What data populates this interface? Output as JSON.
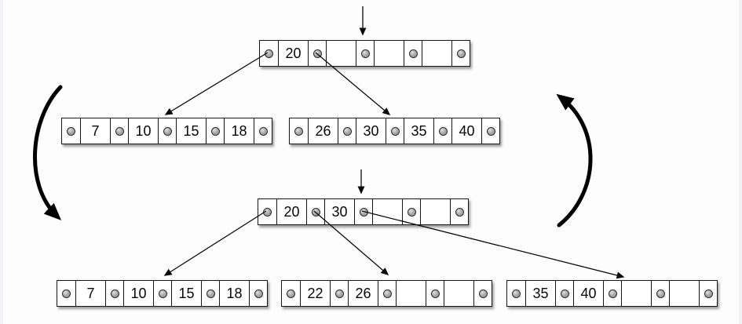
{
  "colors": {
    "background": "#fdfdfe",
    "node_fill": "#ffffff",
    "node_border": "#161616",
    "pointer_dot": "#8d8d8d",
    "arrow": "#000000"
  },
  "top_tree": {
    "root": {
      "keys": [
        "20",
        "",
        "",
        ""
      ]
    },
    "children": [
      {
        "keys": [
          "7",
          "10",
          "15",
          "18"
        ]
      },
      {
        "keys": [
          "26",
          "30",
          "35",
          "40"
        ]
      }
    ]
  },
  "bottom_tree": {
    "root": {
      "keys": [
        "20",
        "30",
        "",
        ""
      ]
    },
    "children": [
      {
        "keys": [
          "7",
          "10",
          "15",
          "18"
        ]
      },
      {
        "keys": [
          "22",
          "26",
          "",
          ""
        ]
      },
      {
        "keys": [
          "35",
          "40",
          "",
          ""
        ]
      }
    ]
  }
}
